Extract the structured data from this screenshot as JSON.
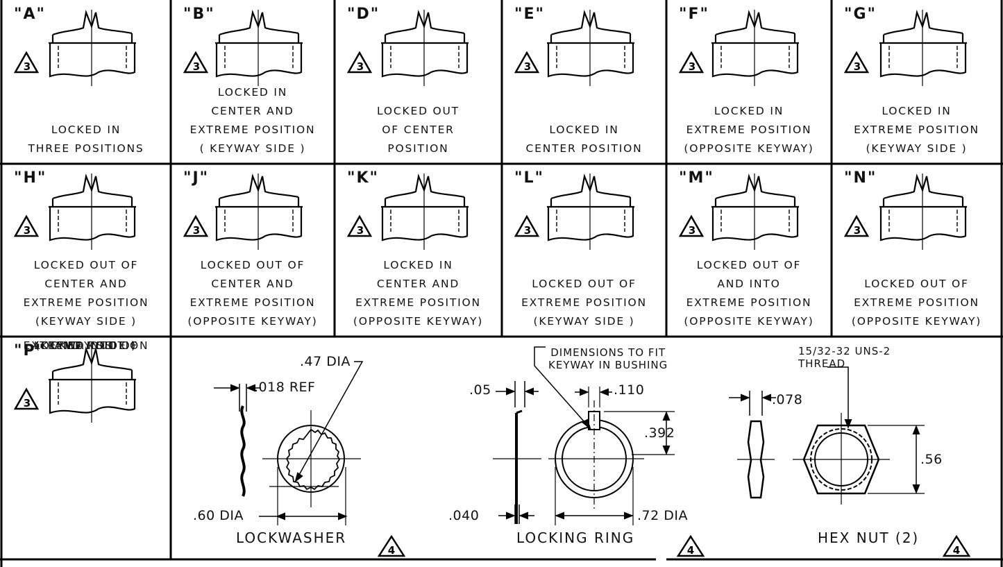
{
  "variants": [
    {
      "code": "\"A\"",
      "lines": [
        "LOCKED IN",
        "THREE POSITIONS"
      ],
      "flag": "3"
    },
    {
      "code": "\"B\"",
      "lines": [
        "LOCKED IN",
        "CENTER AND",
        "EXTREME POSITION",
        "( KEYWAY SIDE )"
      ],
      "flag": "3"
    },
    {
      "code": "\"D\"",
      "lines": [
        "LOCKED OUT",
        "OF CENTER",
        "POSITION"
      ],
      "flag": "3"
    },
    {
      "code": "\"E\"",
      "lines": [
        "LOCKED IN",
        "CENTER POSITION"
      ],
      "flag": "3"
    },
    {
      "code": "\"F\"",
      "lines": [
        "LOCKED IN",
        "EXTREME POSITION",
        "(OPPOSITE KEYWAY)"
      ],
      "flag": "3"
    },
    {
      "code": "\"G\"",
      "lines": [
        "LOCKED IN",
        "EXTREME POSITION",
        "(KEYWAY SIDE )"
      ],
      "flag": "3"
    },
    {
      "code": "\"H\"",
      "lines": [
        "LOCKED OUT OF",
        "CENTER AND",
        "EXTREME POSITION",
        "(KEYWAY SIDE )"
      ],
      "flag": "3"
    },
    {
      "code": "\"J\"",
      "lines": [
        "LOCKED OUT OF",
        "CENTER AND",
        "EXTREME POSITION",
        "(OPPOSITE KEYWAY)"
      ],
      "flag": "3"
    },
    {
      "code": "\"K\"",
      "lines": [
        "LOCKED IN",
        "CENTER AND",
        "EXTREME POSITION",
        "(OPPOSITE KEYWAY)"
      ],
      "flag": "3"
    },
    {
      "code": "\"L\"",
      "lines": [
        "LOCKED OUT OF",
        "EXTREME POSITION",
        "(KEYWAY SIDE )"
      ],
      "flag": "3"
    },
    {
      "code": "\"M\"",
      "lines": [
        "LOCKED OUT OF",
        "AND INTO",
        "EXTREME POSITION",
        "(OPPOSITE KEYWAY)"
      ],
      "flag": "3"
    },
    {
      "code": "\"N\"",
      "lines": [
        "LOCKED OUT OF",
        "EXTREME POSITION",
        "(OPPOSITE KEYWAY)"
      ],
      "flag": "3"
    },
    {
      "code": "\"P\"",
      "lines": [
        "LOCKED OUT OF",
        "AND INTO",
        "EXTREME POSITION",
        "(KEYWAY SIDE )"
      ],
      "flag": "3"
    }
  ],
  "lockwasher": {
    "caption": "LOCKWASHER",
    "thickness": ".018 REF",
    "inner_dia": ".47 DIA",
    "outer_dia": ".60  DIA",
    "flag": "4"
  },
  "locking_ring": {
    "caption": "LOCKING RING",
    "note": "DIMENSIONS TO FIT\nKEYWAY IN BUSHING",
    "gap": ".05",
    "key_width": ".110",
    "key_height": ".392",
    "thickness": ".040",
    "outer_dia": ".72 DIA",
    "flag": "4"
  },
  "hex_nut": {
    "caption": "HEX NUT (2)",
    "thread": "15/32-32 UNS-2\nTHREAD",
    "thickness": ".078",
    "across_flats": ".56",
    "flag": "4"
  }
}
